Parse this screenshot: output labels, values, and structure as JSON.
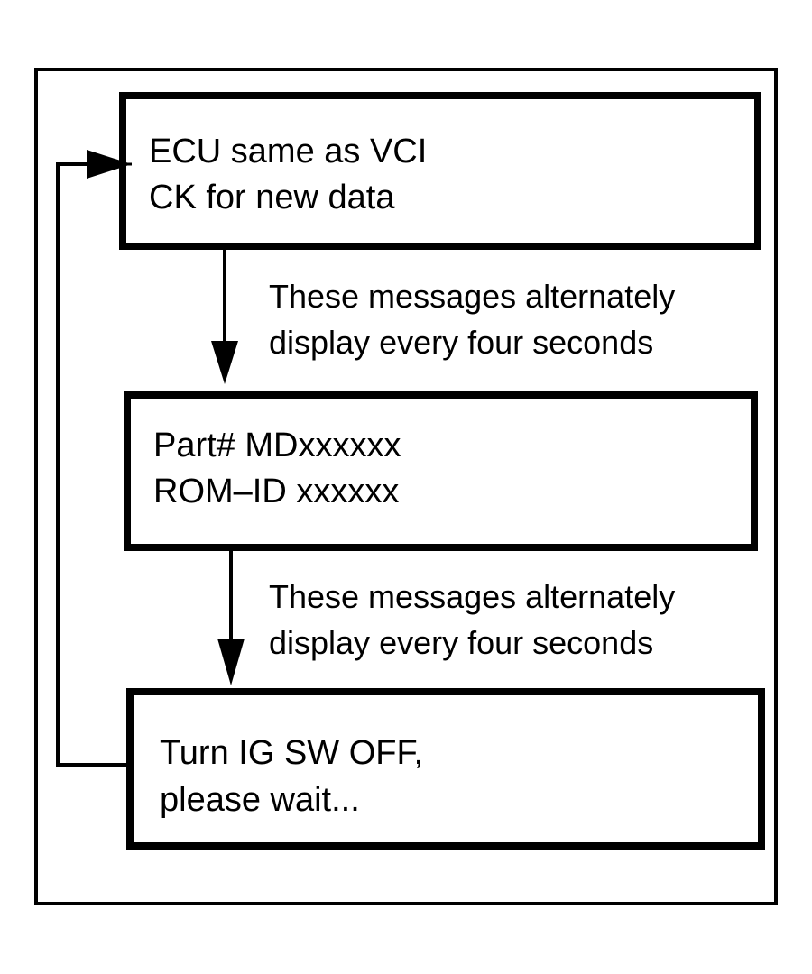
{
  "diagram": {
    "boxes": [
      {
        "line1": "ECU same as VCI",
        "line2": "CK for new data"
      },
      {
        "line1": "Part# MDxxxxxx",
        "line2": "ROM–ID xxxxxx"
      },
      {
        "line1": "Turn IG SW OFF,",
        "line2": "please wait..."
      }
    ],
    "notes": [
      {
        "line1": "These messages alternately",
        "line2": "display every four seconds"
      },
      {
        "line1": "These messages alternately",
        "line2": "display every four seconds"
      }
    ]
  },
  "colors": {
    "stroke": "#000000",
    "background": "#ffffff"
  }
}
